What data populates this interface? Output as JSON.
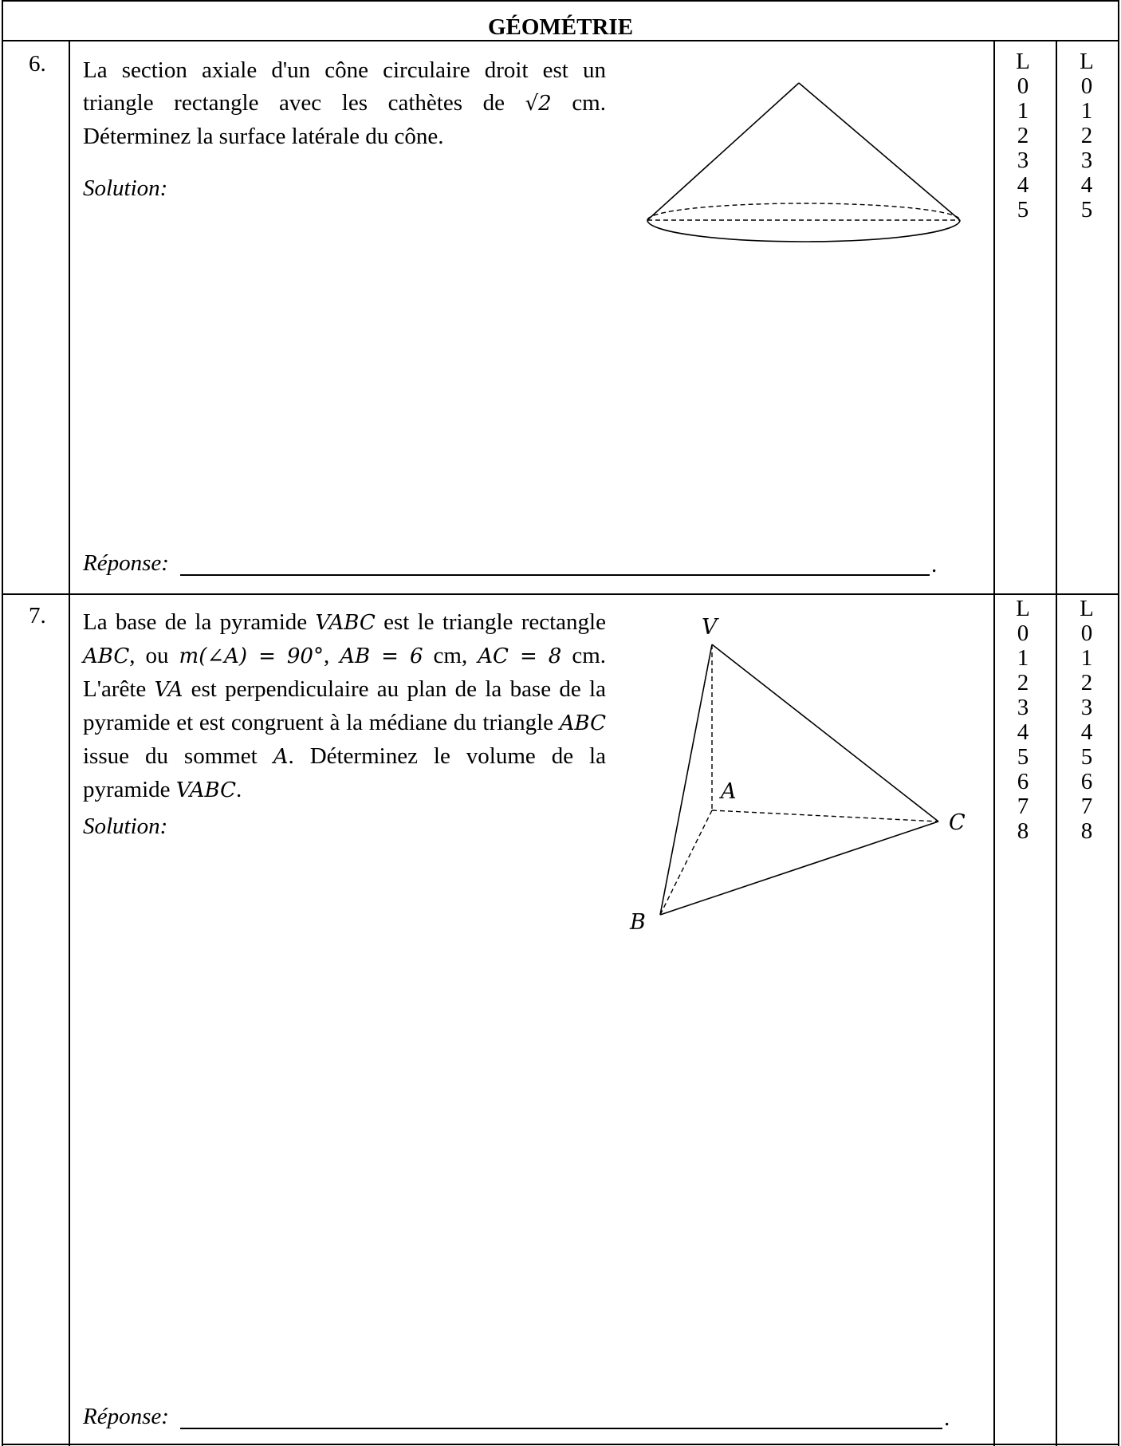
{
  "section_title": "GÉOMÉTRIE",
  "problems": [
    {
      "number": "6.",
      "text_parts": [
        "La section axiale d'un cône circulaire droit est un triangle rectangle avec les cathètes  de ",
        "√2",
        " cm. Déterminez la surface latérale du cône."
      ],
      "solution_label": "Solution:",
      "answer_label": "Réponse:",
      "answer_end": ".",
      "score_cols": [
        [
          "L",
          "0",
          "1",
          "2",
          "3",
          "4",
          "5"
        ],
        [
          "L",
          "0",
          "1",
          "2",
          "3",
          "4",
          "5"
        ]
      ]
    },
    {
      "number": "7.",
      "text_parts": [
        "La base de la pyramide ",
        "VABC",
        " est le triangle rectangle ",
        "ABC",
        ", ou ",
        "m(∠A) = 90°",
        ", ",
        "AB = 6",
        " cm, ",
        "AC = 8",
        " cm. L'arête ",
        "VA",
        " est perpendiculaire au plan de la base de la pyramide et est congruent à la médiane du triangle ",
        "ABC",
        " issue du sommet ",
        "A",
        ". Déterminez le volume de la pyramide ",
        "VABC",
        "."
      ],
      "solution_label": "Solution:",
      "answer_label": "Réponse:",
      "answer_end": ".",
      "figure_labels": {
        "v": "V",
        "a": "A",
        "b": "B",
        "c": "C"
      },
      "score_cols": [
        [
          "L",
          "0",
          "1",
          "2",
          "3",
          "4",
          "5",
          "6",
          "7",
          "8"
        ],
        [
          "L",
          "0",
          "1",
          "2",
          "3",
          "4",
          "5",
          "6",
          "7",
          "8"
        ]
      ]
    }
  ]
}
